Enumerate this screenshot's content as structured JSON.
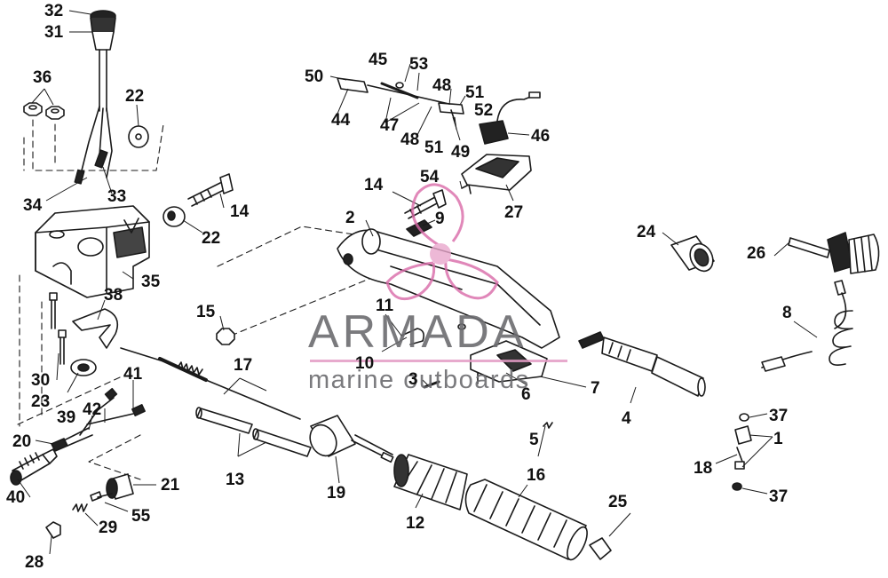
{
  "watermark": {
    "brand": "ARMADA",
    "tagline": "marine outboards",
    "accent_color": "#d96aa8",
    "text_color": "#6c6c70"
  },
  "callouts": [
    "32",
    "31",
    "36",
    "22",
    "34",
    "33",
    "14",
    "22",
    "35",
    "38",
    "15",
    "30",
    "23",
    "41",
    "20",
    "39",
    "42",
    "40",
    "21",
    "55",
    "29",
    "28",
    "50",
    "45",
    "53",
    "48",
    "51",
    "44",
    "47",
    "48",
    "51",
    "52",
    "49",
    "46",
    "54",
    "14",
    "9",
    "2",
    "27",
    "11",
    "10",
    "3",
    "6",
    "7",
    "17",
    "13",
    "19",
    "24",
    "26",
    "8",
    "4",
    "5",
    "16",
    "12",
    "25",
    "37",
    "1",
    "18",
    "37"
  ]
}
